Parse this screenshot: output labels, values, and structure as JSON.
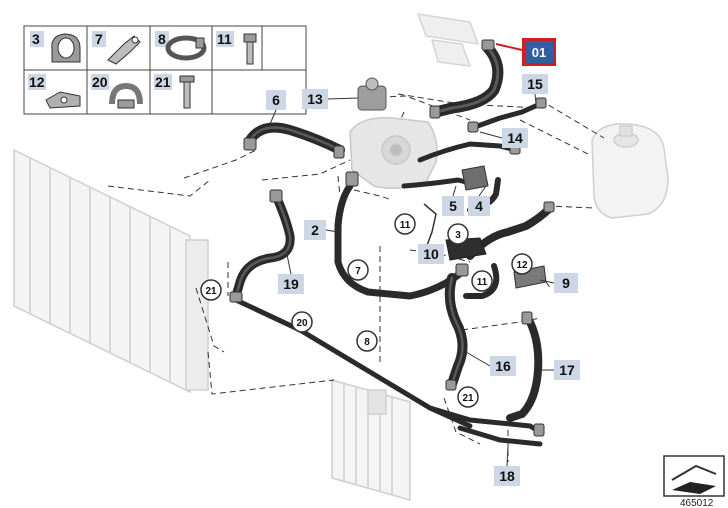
{
  "diagram": {
    "highlight_label": "01",
    "legend": {
      "cells": [
        {
          "label": "3"
        },
        {
          "label": "7"
        },
        {
          "label": "8"
        },
        {
          "label": "11"
        },
        {
          "label": "12"
        },
        {
          "label": "20"
        },
        {
          "label": "21"
        }
      ]
    },
    "callouts": {
      "p13": "13",
      "p6": "6",
      "p15": "15",
      "p14": "14",
      "p5": "5",
      "p4": "4",
      "p2": "2",
      "p10": "10",
      "p9": "9",
      "p19": "19",
      "p16": "16",
      "p17": "17",
      "p18": "18"
    },
    "circle_callouts": {
      "c11a": "11",
      "c3": "3",
      "c7": "7",
      "c12": "12",
      "c11b": "11",
      "c21a": "21",
      "c20": "20",
      "c8": "8",
      "c21b": "21"
    },
    "corner_code": "465012"
  },
  "colors": {
    "hose": "#2a2a2a",
    "label_box": "#cdd6e4",
    "highlight_box": "#2f5f9e",
    "highlight_border": "#cc1f1f",
    "ghost": "#d6d6d6"
  }
}
